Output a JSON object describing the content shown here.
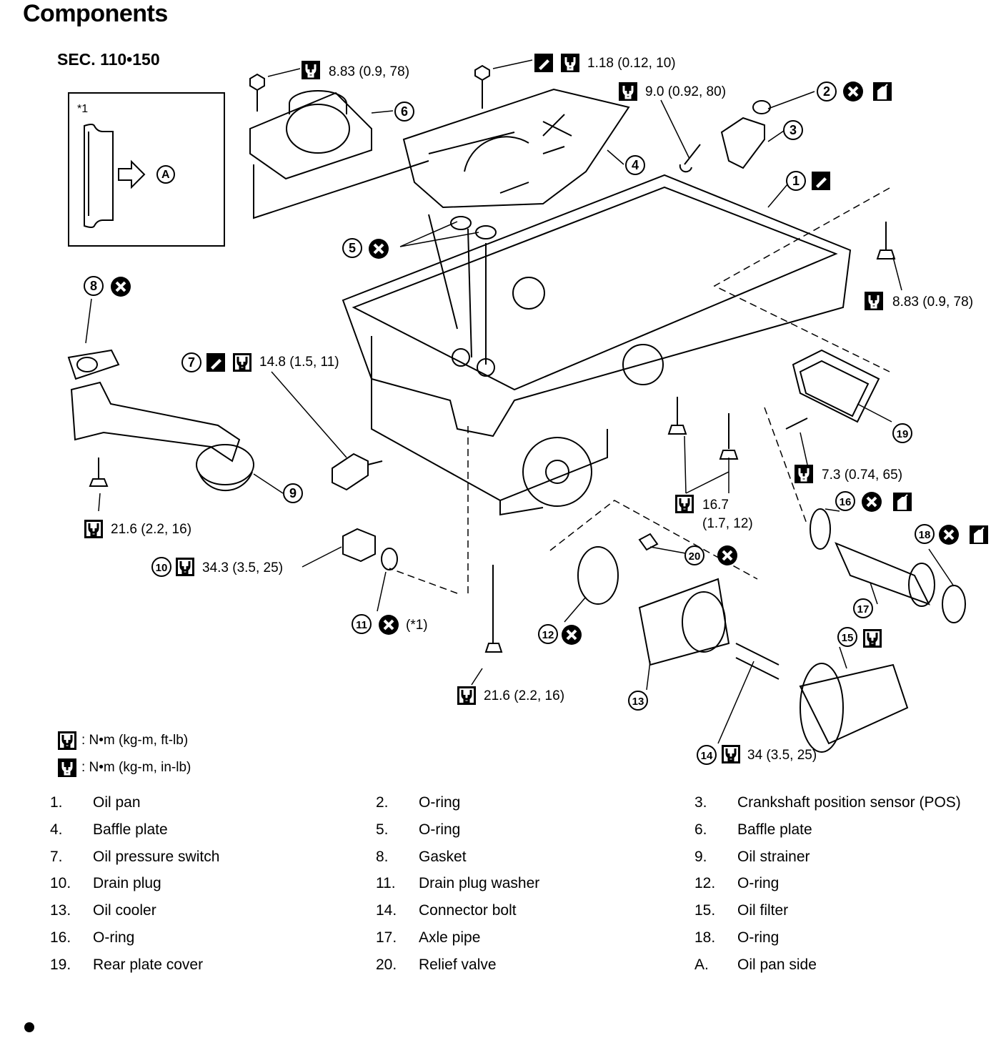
{
  "header": {
    "title": "Components",
    "section": "SEC. 110•150"
  },
  "inset": {
    "note": "*1",
    "ref": "A"
  },
  "callouts": [
    {
      "id": "c-8-83-top",
      "text": "8.83 (0.9, 78)"
    },
    {
      "id": "c-1-18",
      "text": "1.18 (0.12, 10)"
    },
    {
      "id": "c-9-0",
      "text": "9.0 (0.92, 80)"
    },
    {
      "id": "c-8-83-right",
      "text": "8.83 (0.9, 78)"
    },
    {
      "id": "c-14-8",
      "text": "14.8 (1.5, 11)"
    },
    {
      "id": "c-21-6-left",
      "text": "21.6 (2.2, 16)"
    },
    {
      "id": "c-34-3",
      "text": "34.3 (3.5, 25)"
    },
    {
      "id": "c-star1",
      "text": "(*1)"
    },
    {
      "id": "c-7-3",
      "text": "7.3 (0.74, 65)"
    },
    {
      "id": "c-16-7a",
      "text": "16.7"
    },
    {
      "id": "c-16-7b",
      "text": "(1.7, 12)"
    },
    {
      "id": "c-21-6-bottom",
      "text": "21.6 (2.2, 16)"
    },
    {
      "id": "c-34",
      "text": "34 (3.5, 25)"
    }
  ],
  "legend": [
    {
      "text": ": N•m (kg-m, ft-lb)"
    },
    {
      "text": ": N•m (kg-m, in-lb)"
    }
  ],
  "parts": [
    {
      "num": "1.",
      "name": "Oil pan"
    },
    {
      "num": "2.",
      "name": "O-ring"
    },
    {
      "num": "3.",
      "name": "Crankshaft position sensor (POS)"
    },
    {
      "num": "4.",
      "name": "Baffle plate"
    },
    {
      "num": "5.",
      "name": "O-ring"
    },
    {
      "num": "6.",
      "name": "Baffle plate"
    },
    {
      "num": "7.",
      "name": "Oil pressure switch"
    },
    {
      "num": "8.",
      "name": "Gasket"
    },
    {
      "num": "9.",
      "name": "Oil strainer"
    },
    {
      "num": "10.",
      "name": "Drain plug"
    },
    {
      "num": "11.",
      "name": "Drain plug washer"
    },
    {
      "num": "12.",
      "name": "O-ring"
    },
    {
      "num": "13.",
      "name": "Oil cooler"
    },
    {
      "num": "14.",
      "name": "Connector bolt"
    },
    {
      "num": "15.",
      "name": "Oil filter"
    },
    {
      "num": "16.",
      "name": "O-ring"
    },
    {
      "num": "17.",
      "name": "Axle pipe"
    },
    {
      "num": "18.",
      "name": "O-ring"
    },
    {
      "num": "19.",
      "name": "Rear plate cover"
    },
    {
      "num": "20.",
      "name": "Relief valve"
    },
    {
      "num": "A.",
      "name": "Oil pan side"
    }
  ],
  "markers": [
    "1",
    "2",
    "3",
    "4",
    "5",
    "6",
    "7",
    "8",
    "9",
    "10",
    "11",
    "12",
    "13",
    "14",
    "15",
    "16",
    "17",
    "18",
    "19",
    "20"
  ]
}
